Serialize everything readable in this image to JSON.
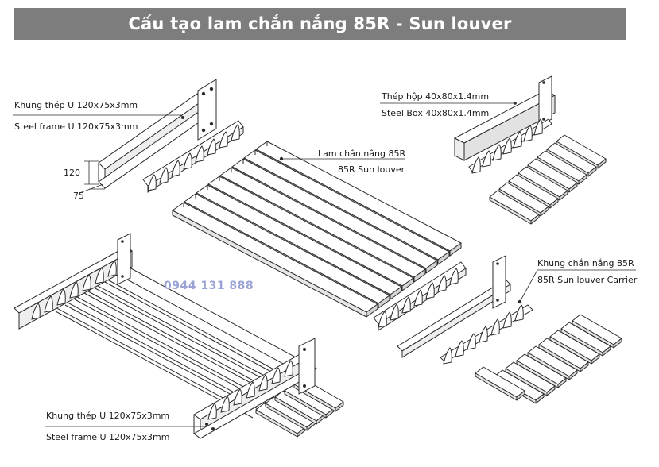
{
  "title": "Cấu tạo lam chắn nắng 85R - Sun louver",
  "colors": {
    "title_bg": "#7d7d7d",
    "title_text": "#ffffff",
    "line": "#2b2b2b",
    "fill": "#ffffff",
    "shade": "#e6e6e6",
    "watermark": "#9aa3d6"
  },
  "labels": {
    "frame_top_vi": "Khung thép U 120x75x3mm",
    "frame_top_en": "Steel frame U 120x75x3mm",
    "dim_height": "120",
    "dim_width": "75",
    "louver_vi": "Lam chắn nắng 85R",
    "louver_en": "85R Sun louver",
    "box_vi": "Thép hộp 40x80x1.4mm",
    "box_en": "Steel Box 40x80x1.4mm",
    "carrier_vi": "Khung chắn nắng 85R",
    "carrier_en": "85R Sun louver Carrier",
    "frame_bottom_vi": "Khung thép U 120x75x3mm",
    "frame_bottom_en": "Steel frame U 120x75x3mm"
  },
  "watermark": "0944 131 888"
}
